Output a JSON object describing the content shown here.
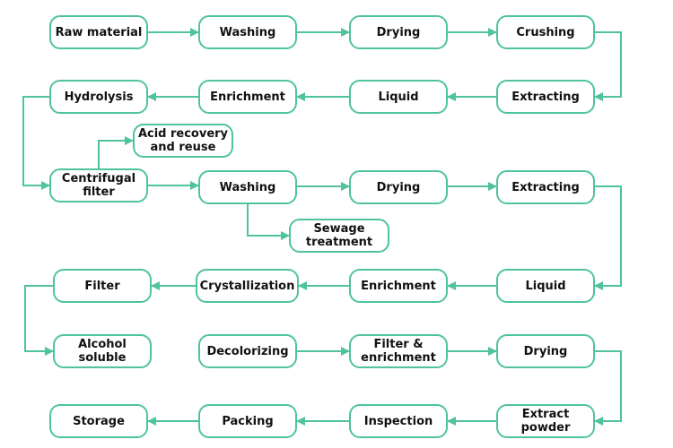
{
  "colors": {
    "stroke": "#4fc39c",
    "text": "#111111",
    "background": "#ffffff"
  },
  "nodes": [
    {
      "id": "raw-material",
      "label": "Raw material"
    },
    {
      "id": "washing-1",
      "label": "Washing"
    },
    {
      "id": "drying-1",
      "label": "Drying"
    },
    {
      "id": "crushing",
      "label": "Crushing"
    },
    {
      "id": "hydrolysis",
      "label": "Hydrolysis"
    },
    {
      "id": "enrichment-1",
      "label": "Enrichment"
    },
    {
      "id": "liquid-1",
      "label": "Liquid"
    },
    {
      "id": "extracting-1",
      "label": "Extracting"
    },
    {
      "id": "acid-recovery",
      "label": "Acid recovery\nand reuse"
    },
    {
      "id": "centrifugal-filter",
      "label": "Centrifugal\nfilter"
    },
    {
      "id": "washing-2",
      "label": "Washing"
    },
    {
      "id": "drying-2",
      "label": "Drying"
    },
    {
      "id": "extracting-2",
      "label": "Extracting"
    },
    {
      "id": "sewage-treatment",
      "label": "Sewage\ntreatment"
    },
    {
      "id": "filter",
      "label": "Filter"
    },
    {
      "id": "crystallization",
      "label": "Crystallization"
    },
    {
      "id": "enrichment-2",
      "label": "Enrichment"
    },
    {
      "id": "liquid-2",
      "label": "Liquid"
    },
    {
      "id": "alcohol-soluble",
      "label": "Alcohol\nsoluble"
    },
    {
      "id": "decolorizing",
      "label": "Decolorizing"
    },
    {
      "id": "filter-enrichment",
      "label": "Filter &\nenrichment"
    },
    {
      "id": "drying-3",
      "label": "Drying"
    },
    {
      "id": "storage",
      "label": "Storage"
    },
    {
      "id": "packing",
      "label": "Packing"
    },
    {
      "id": "inspection",
      "label": "Inspection"
    },
    {
      "id": "extract-powder",
      "label": "Extract\npowder"
    }
  ],
  "edges": [
    {
      "from": "raw-material",
      "to": "washing-1"
    },
    {
      "from": "washing-1",
      "to": "drying-1"
    },
    {
      "from": "drying-1",
      "to": "crushing"
    },
    {
      "from": "crushing",
      "to": "extracting-1"
    },
    {
      "from": "extracting-1",
      "to": "liquid-1"
    },
    {
      "from": "liquid-1",
      "to": "enrichment-1"
    },
    {
      "from": "enrichment-1",
      "to": "hydrolysis"
    },
    {
      "from": "hydrolysis",
      "to": "centrifugal-filter"
    },
    {
      "from": "centrifugal-filter",
      "to": "acid-recovery"
    },
    {
      "from": "centrifugal-filter",
      "to": "washing-2"
    },
    {
      "from": "washing-2",
      "to": "drying-2"
    },
    {
      "from": "washing-2",
      "to": "sewage-treatment"
    },
    {
      "from": "drying-2",
      "to": "extracting-2"
    },
    {
      "from": "extracting-2",
      "to": "liquid-2"
    },
    {
      "from": "liquid-2",
      "to": "enrichment-2"
    },
    {
      "from": "enrichment-2",
      "to": "crystallization"
    },
    {
      "from": "crystallization",
      "to": "filter"
    },
    {
      "from": "filter",
      "to": "alcohol-soluble"
    },
    {
      "from": "decolorizing",
      "to": "filter-enrichment"
    },
    {
      "from": "filter-enrichment",
      "to": "drying-3"
    },
    {
      "from": "drying-3",
      "to": "extract-powder"
    },
    {
      "from": "extract-powder",
      "to": "inspection"
    },
    {
      "from": "inspection",
      "to": "packing"
    },
    {
      "from": "packing",
      "to": "storage"
    }
  ]
}
